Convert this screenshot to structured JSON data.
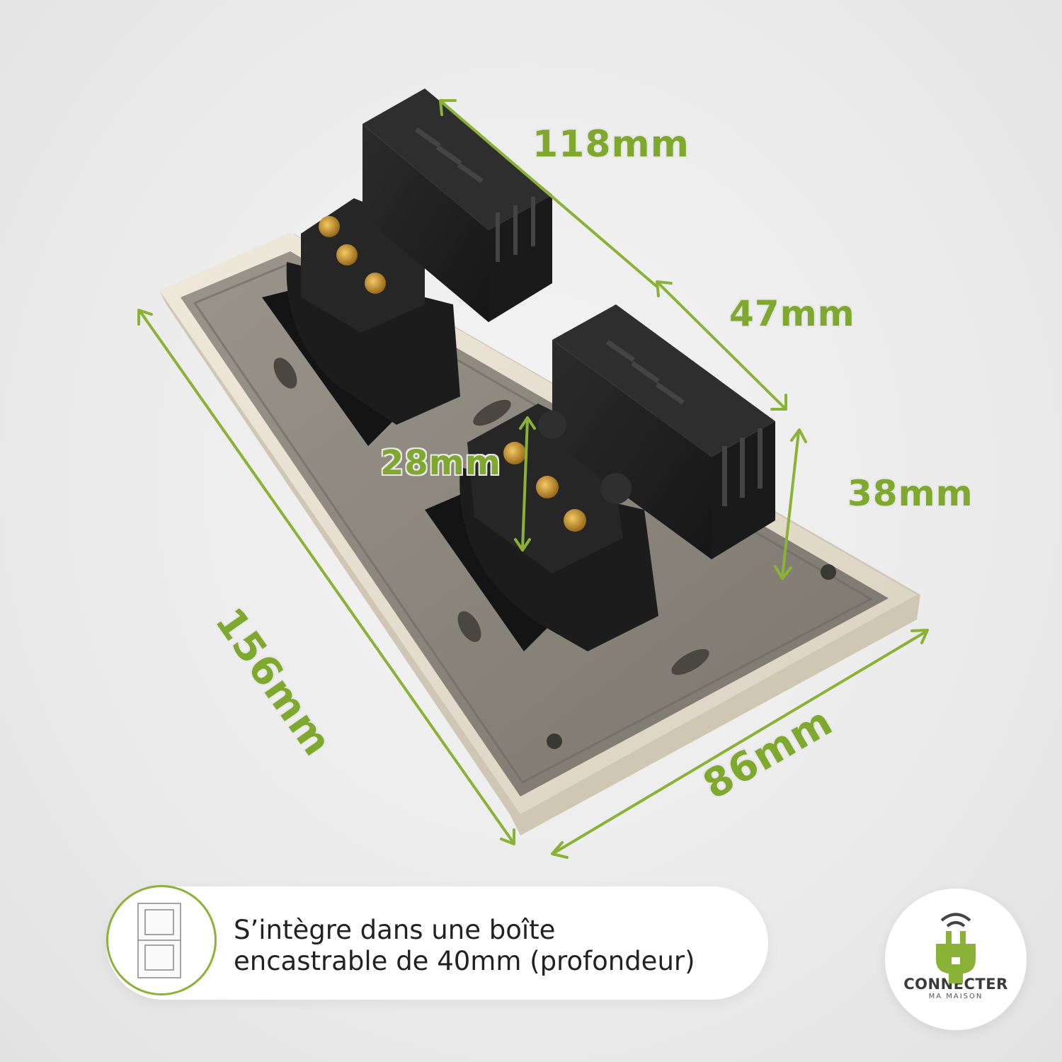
{
  "dimensions": {
    "depth_total": "118mm",
    "module_width": "47mm",
    "terminal_height": "28mm",
    "module_depth": "38mm",
    "plate_height": "156mm",
    "plate_width": "86mm"
  },
  "info": {
    "line1": "S’intègre dans une boîte",
    "line2": "encastrable de 40mm (profondeur)",
    "icon": "junction-box-diagram-icon"
  },
  "brand": {
    "name": "CONNECTER",
    "sub": "MA MAISON",
    "icon": "plug-wifi-icon"
  },
  "colors": {
    "accent": "#7fa82f",
    "module": "#1f1f1f",
    "plate_frame": "#e6dfd0",
    "plate_back": "#8a857c"
  }
}
